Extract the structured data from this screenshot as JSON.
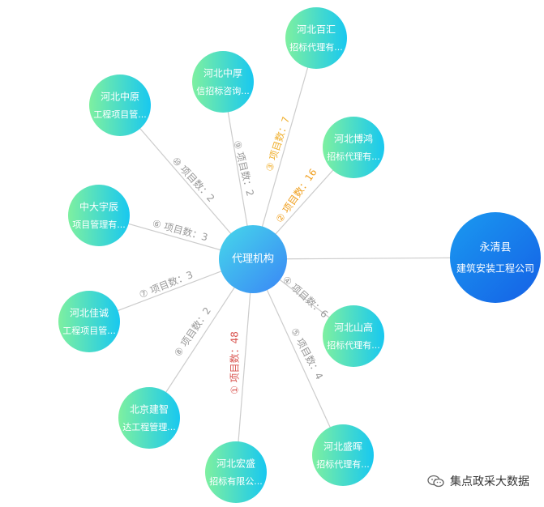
{
  "center": {
    "label": "代理机构"
  },
  "client": {
    "line1": "永清县",
    "line2": "建筑安装工程公司"
  },
  "agencies": [
    {
      "line1": "河北宏盛",
      "line2": "招标有限公...",
      "edge_label": "① 项目数：48",
      "edge_color": "#d9534f"
    },
    {
      "line1": "河北博鸿",
      "line2": "招标代理有...",
      "edge_label": "② 项目数：16",
      "edge_color": "#f0a020"
    },
    {
      "line1": "河北百汇",
      "line2": "招标代理有...",
      "edge_label": "③ 项目数：7",
      "edge_color": "#f0b030"
    },
    {
      "line1": "河北山高",
      "line2": "招标代理有...",
      "edge_label": "④ 项目数：6",
      "edge_color": "#999999"
    },
    {
      "line1": "河北盛晖",
      "line2": "招标代理有...",
      "edge_label": "⑤ 项目数：4",
      "edge_color": "#999999"
    },
    {
      "line1": "中大宇辰",
      "line2": "项目管理有...",
      "edge_label": "⑥ 项目数：3",
      "edge_color": "#999999"
    },
    {
      "line1": "河北佳诚",
      "line2": "工程项目管...",
      "edge_label": "⑦ 项目数：3",
      "edge_color": "#999999"
    },
    {
      "line1": "北京建智",
      "line2": "达工程管理...",
      "edge_label": "⑧ 项目数：2",
      "edge_color": "#999999"
    },
    {
      "line1": "河北中厚",
      "line2": "信招标咨询...",
      "edge_label": "⑨ 项目数：2",
      "edge_color": "#999999"
    },
    {
      "line1": "河北中原",
      "line2": "工程项目管...",
      "edge_label": "⑩ 项目数：2",
      "edge_color": "#999999"
    }
  ],
  "watermark": {
    "text": "集点政采大数据",
    "icon": "wechat-icon"
  },
  "colors": {
    "edge": "#cccccc",
    "center_top": "#3fd1ea",
    "center_bottom": "#3a8ef6",
    "client": "#1a74e8",
    "agency_left": "#7ef0a0",
    "agency_right": "#18c8f0"
  }
}
